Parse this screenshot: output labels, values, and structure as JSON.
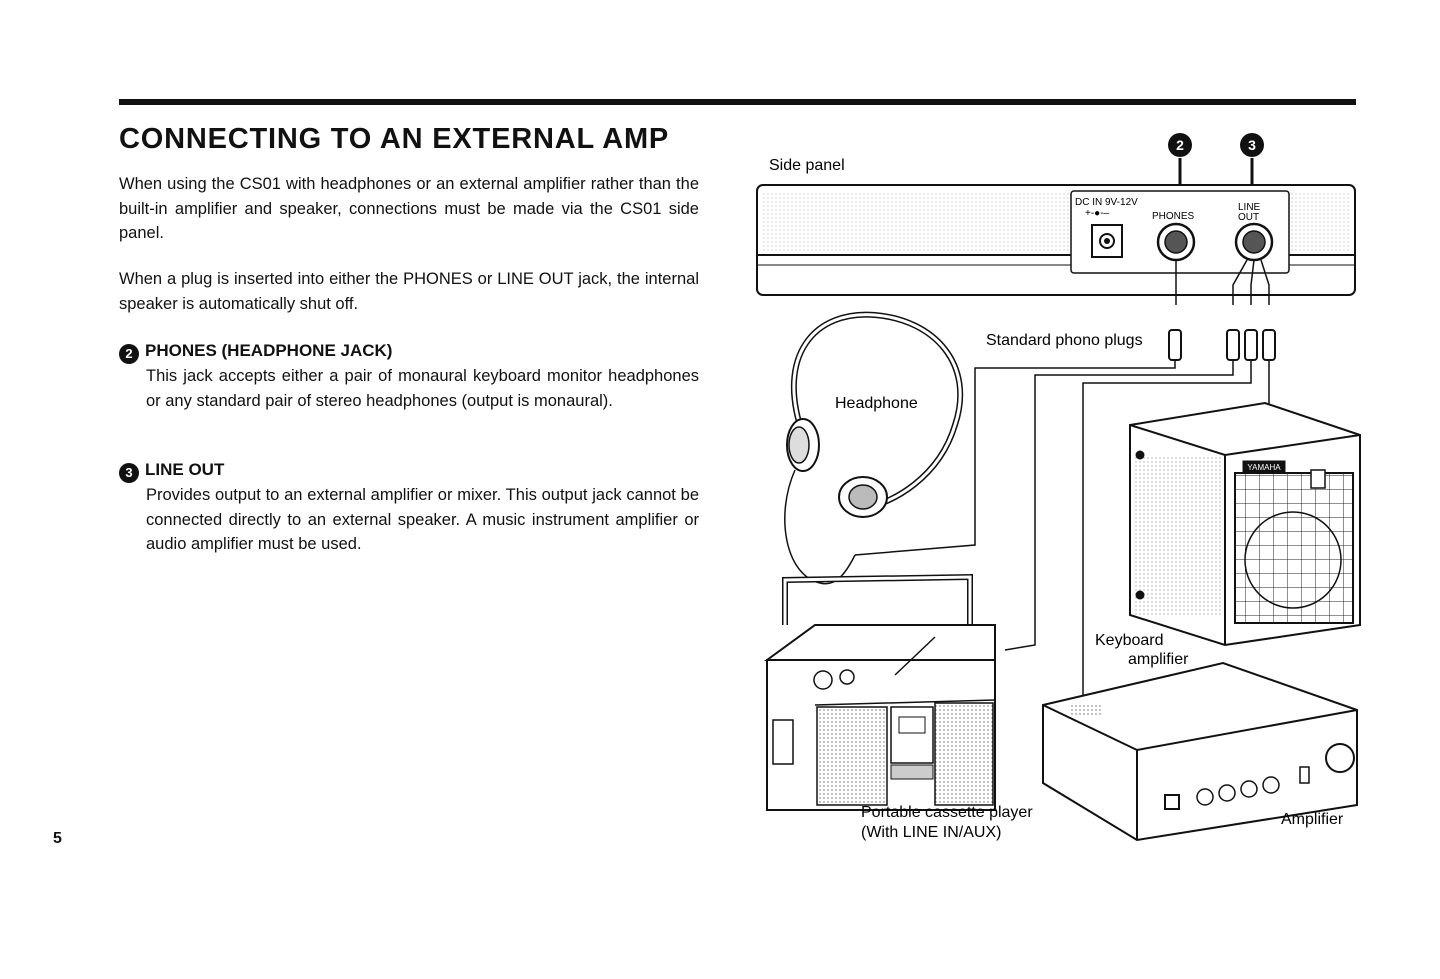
{
  "page": {
    "title": "CONNECTING TO AN EXTERNAL AMP",
    "intro": "When using the CS01 with headphones or an external amplifier rather than the built-in amplifier and speaker, connections must be made via the CS01 side panel.",
    "note": "When a plug is inserted into either the PHONES or LINE OUT jack, the internal speaker is automatically shut off.",
    "page_number": "5"
  },
  "sections": [
    {
      "number": "2",
      "heading": "PHONES (HEADPHONE JACK)",
      "body": "This jack accepts either a pair of monaural keyboard monitor headphones or any standard pair of stereo headphones (output is monaural)."
    },
    {
      "number": "3",
      "heading": "LINE OUT",
      "body": "Provides output to an external amplifier or mixer. This output jack cannot be connected directly to an external speaker. A music instrument amplifier or audio amplifier must be used."
    }
  ],
  "diagram": {
    "callout_2": "2",
    "callout_3": "3",
    "side_panel": "Side panel",
    "dc_in": "DC IN 9V-12V",
    "dc_polarity": "+-●-–",
    "phones_jack": "PHONES",
    "line_out_1": "LINE",
    "line_out_2": "OUT",
    "standard_plugs": "Standard phono plugs",
    "headphone": "Headphone",
    "keyboard_amp_1": "Keyboard",
    "keyboard_amp_2": "amplifier",
    "amp_brand": "YAMAHA",
    "cassette_1": "Portable cassette player",
    "cassette_2": "(With LINE IN/AUX)",
    "amplifier": "Amplifier"
  }
}
